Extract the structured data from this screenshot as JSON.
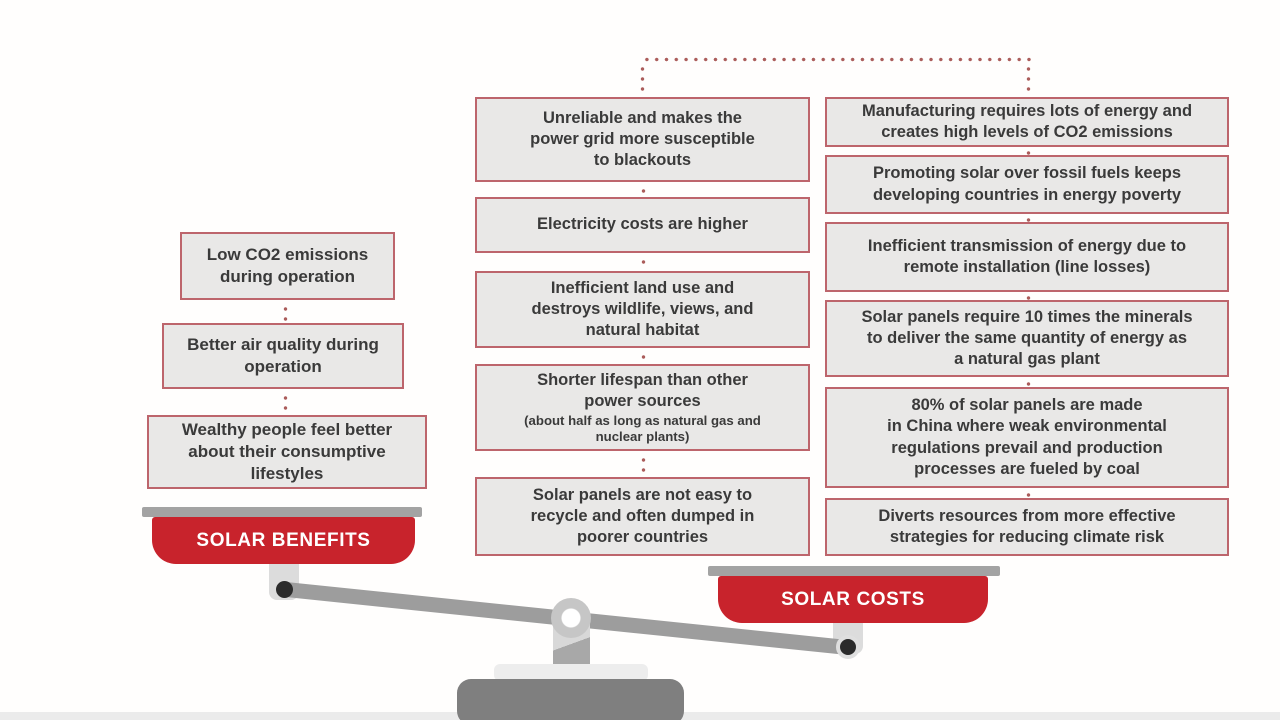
{
  "benefits": {
    "tray_label": "SOLAR BENEFITS",
    "boxes": [
      {
        "text": "Low CO2 emissions\nduring operation"
      },
      {
        "text": "Better air quality during\noperation"
      },
      {
        "text": "Wealthy people feel better\nabout their consumptive\nlifestyles"
      }
    ]
  },
  "costs": {
    "tray_label": "SOLAR COSTS",
    "column_mid": [
      {
        "text": "Unreliable and makes the\npower grid more susceptible\nto blackouts"
      },
      {
        "text": "Electricity costs are higher"
      },
      {
        "text": "Inefficient land use and\ndestroys wildlife, views, and\nnatural habitat"
      },
      {
        "text": "Shorter lifespan than other\npower sources",
        "note": "(about half as long as natural gas and\nnuclear plants)"
      },
      {
        "text": "Solar panels are not easy to\nrecycle and often dumped in\npoorer countries"
      }
    ],
    "column_right": [
      {
        "text": "Manufacturing requires lots of energy and\ncreates high levels of CO2 emissions"
      },
      {
        "text": "Promoting solar over fossil fuels keeps\ndeveloping countries in energy poverty"
      },
      {
        "text": "Inefficient transmission of energy due to\nremote installation (line losses)"
      },
      {
        "text": "Solar panels require 10 times the minerals\nto deliver the same quantity of energy as\na natural gas plant"
      },
      {
        "text": "80% of solar panels are made\nin China where weak environmental\nregulations prevail and production\nprocesses are fueled by coal"
      },
      {
        "text": "Diverts resources from more effective\nstrategies for reducing climate risk"
      }
    ]
  },
  "colors": {
    "accent_red": "#c8232c",
    "box_fill": "#e9e8e7",
    "box_border": "#bd656c",
    "dot_color": "#ab5d5b",
    "text_dark": "#3a3a3a",
    "beam_gray": "#9d9d9d",
    "base_gray": "#7f7f7f",
    "light_gray": "#dcdcdc",
    "bar_gray": "#a3a3a3"
  }
}
